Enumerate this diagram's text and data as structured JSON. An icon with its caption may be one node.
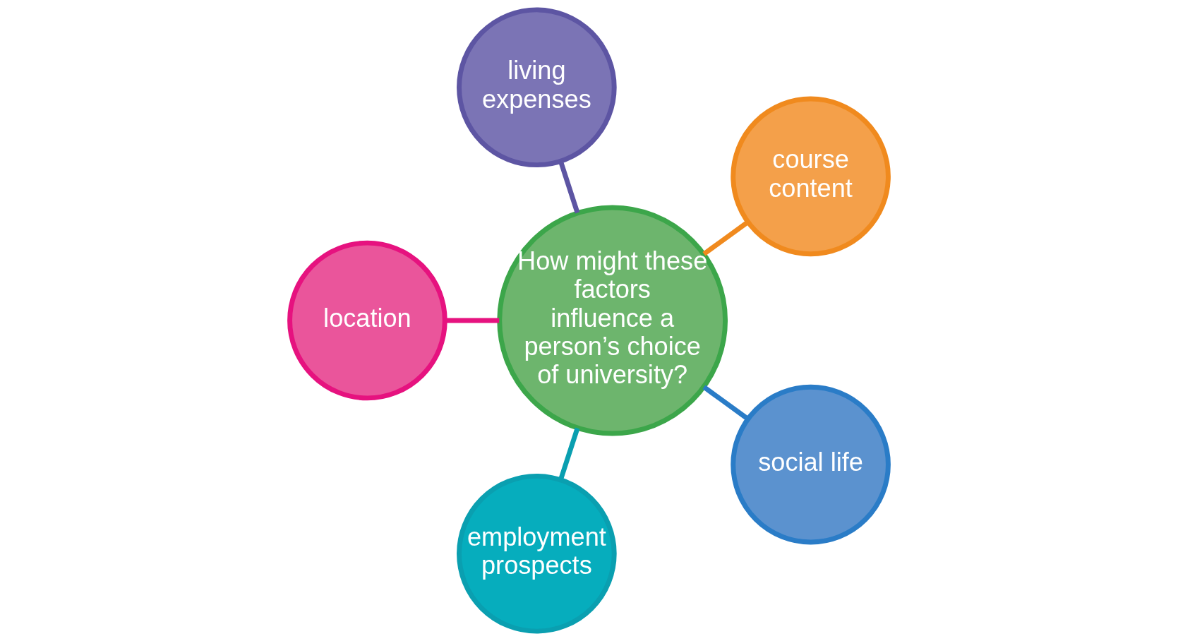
{
  "diagram": {
    "nodes": [
      {
        "text": [
          "How might these factors influence a person’s choice of university?"
        ]
      },
      {
        "text": [
          "course content"
        ]
      },
      {
        "text": [
          "living expenses"
        ]
      },
      {
        "text": [
          "location"
        ]
      },
      {
        "text": [
          "employment prospects"
        ]
      },
      {
        "text": [
          "social life"
        ]
      }
    ],
    "edges": [
      {
        "from": 0,
        "to": 1,
        "arrow": "none",
        "color": "#f08a1e"
      },
      {
        "from": 0,
        "to": 2,
        "arrow": "none",
        "color": "#5d55a3"
      },
      {
        "from": 0,
        "to": 3,
        "arrow": "none",
        "color": "#e6127f"
      },
      {
        "from": 0,
        "to": 4,
        "arrow": "none",
        "color": "#0a9fb0"
      },
      {
        "from": 0,
        "to": 5,
        "arrow": "none",
        "color": "#2a7cc7"
      }
    ]
  }
}
